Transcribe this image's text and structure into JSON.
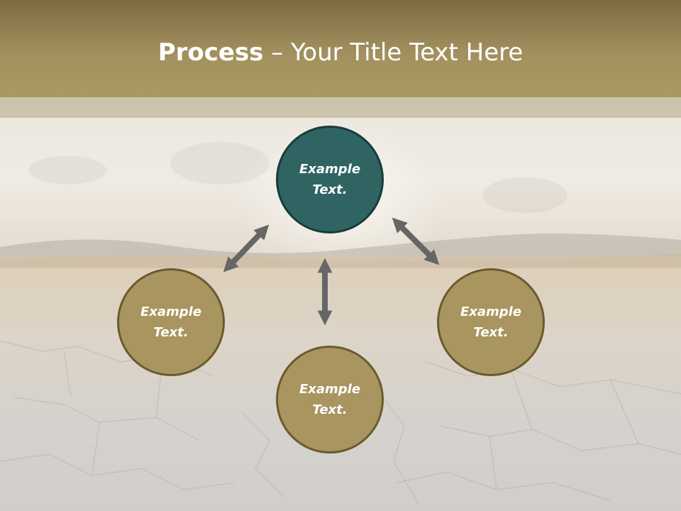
{
  "slide": {
    "title_bold": "Process",
    "title_rest": " – Your Title Text Here"
  },
  "diagram": {
    "nodes": [
      {
        "line1": "Example",
        "line2": "Text."
      },
      {
        "line1": "Example",
        "line2": "Text."
      },
      {
        "line1": "Example",
        "line2": "Text."
      },
      {
        "line1": "Example",
        "line2": "Text."
      }
    ]
  },
  "colors": {
    "header": "#a2905e",
    "node_fill": "#a8955f",
    "node_center_fill": "#2f6463",
    "arrow": "#666666"
  }
}
